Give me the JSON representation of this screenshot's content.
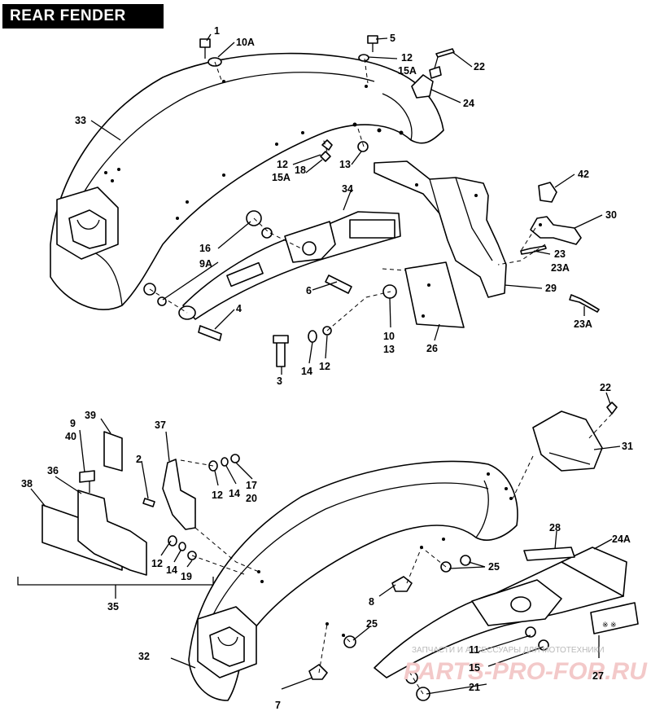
{
  "title": "REAR FENDER",
  "watermark": {
    "line1": "ЗАПЧАСТИ И АКСЕССУАРЫ ДЛЯ МОТОТЕХНИКИ",
    "line2": "PARTS-PRO-FOR.RU"
  },
  "callouts": [
    {
      "id": "1",
      "text": "1"
    },
    {
      "id": "10A",
      "text": "10A"
    },
    {
      "id": "5",
      "text": "5"
    },
    {
      "id": "12a",
      "text": "12"
    },
    {
      "id": "15Aa",
      "text": "15A"
    },
    {
      "id": "22a",
      "text": "22"
    },
    {
      "id": "24",
      "text": "24"
    },
    {
      "id": "33",
      "text": "33"
    },
    {
      "id": "12b",
      "text": "12"
    },
    {
      "id": "15Ab",
      "text": "15A"
    },
    {
      "id": "18",
      "text": "18"
    },
    {
      "id": "13a",
      "text": "13"
    },
    {
      "id": "42",
      "text": "42"
    },
    {
      "id": "30",
      "text": "30"
    },
    {
      "id": "34",
      "text": "34"
    },
    {
      "id": "16",
      "text": "16"
    },
    {
      "id": "9A",
      "text": "9A"
    },
    {
      "id": "23",
      "text": "23"
    },
    {
      "id": "23Aa",
      "text": "23A"
    },
    {
      "id": "29",
      "text": "29"
    },
    {
      "id": "6",
      "text": "6"
    },
    {
      "id": "4",
      "text": "4"
    },
    {
      "id": "23Ab",
      "text": "23A"
    },
    {
      "id": "10",
      "text": "10"
    },
    {
      "id": "13b",
      "text": "13"
    },
    {
      "id": "26",
      "text": "26"
    },
    {
      "id": "3",
      "text": "3"
    },
    {
      "id": "14a",
      "text": "14"
    },
    {
      "id": "12c",
      "text": "12"
    },
    {
      "id": "22b",
      "text": "22"
    },
    {
      "id": "9",
      "text": "9"
    },
    {
      "id": "40",
      "text": "40"
    },
    {
      "id": "39",
      "text": "39"
    },
    {
      "id": "37",
      "text": "37"
    },
    {
      "id": "31",
      "text": "31"
    },
    {
      "id": "2",
      "text": "2"
    },
    {
      "id": "38",
      "text": "38"
    },
    {
      "id": "36",
      "text": "36"
    },
    {
      "id": "12d",
      "text": "12"
    },
    {
      "id": "14b",
      "text": "14"
    },
    {
      "id": "17",
      "text": "17"
    },
    {
      "id": "20",
      "text": "20"
    },
    {
      "id": "28",
      "text": "28"
    },
    {
      "id": "24A",
      "text": "24A"
    },
    {
      "id": "12e",
      "text": "12"
    },
    {
      "id": "14c",
      "text": "14"
    },
    {
      "id": "19",
      "text": "19"
    },
    {
      "id": "25a",
      "text": "25"
    },
    {
      "id": "35",
      "text": "35"
    },
    {
      "id": "8",
      "text": "8"
    },
    {
      "id": "25b",
      "text": "25"
    },
    {
      "id": "11",
      "text": "11"
    },
    {
      "id": "15",
      "text": "15"
    },
    {
      "id": "32",
      "text": "32"
    },
    {
      "id": "27",
      "text": "27"
    },
    {
      "id": "21",
      "text": "21"
    },
    {
      "id": "7",
      "text": "7"
    }
  ]
}
